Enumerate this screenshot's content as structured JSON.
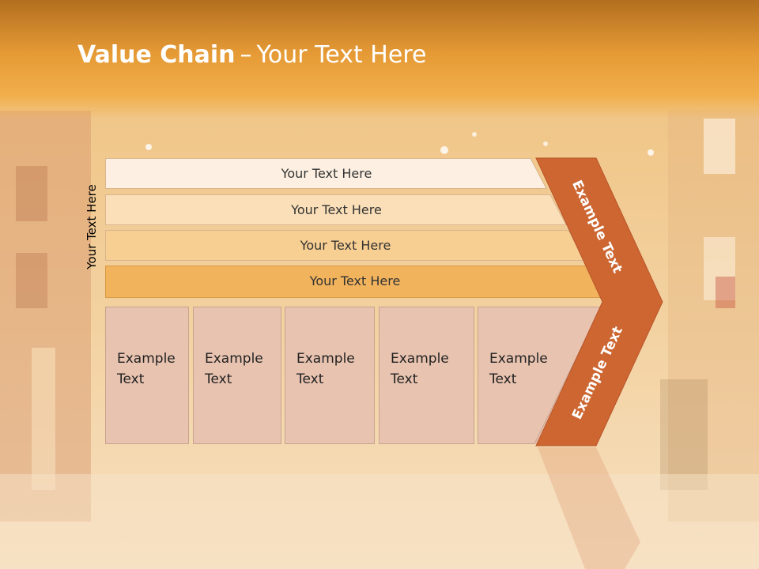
{
  "title": {
    "bold": "Value Chain",
    "dash": "–",
    "rest": "Your Text Here"
  },
  "side_label": "Your Text Here",
  "rows": [
    {
      "label": "Your Text Here",
      "color": "#fdf0e2"
    },
    {
      "label": "Your Text Here",
      "color": "#fbdfb8"
    },
    {
      "label": "Your Text Here",
      "color": "#f8cf92"
    },
    {
      "label": "Your Text Here",
      "color": "#f2b35d"
    }
  ],
  "boxes": [
    {
      "line1": "Example",
      "line2": "Text"
    },
    {
      "line1": "Example",
      "line2": "Text"
    },
    {
      "line1": "Example",
      "line2": "Text"
    },
    {
      "line1": "Example",
      "line2": "Text"
    },
    {
      "line1": "Example",
      "line2": "Text"
    }
  ],
  "arrow": {
    "top_text": "Example Text",
    "bottom_text": "Example Text",
    "color": "#cd6631"
  },
  "colors": {
    "box_fill": "#e8c3b0",
    "title_band": "#e59a35"
  }
}
